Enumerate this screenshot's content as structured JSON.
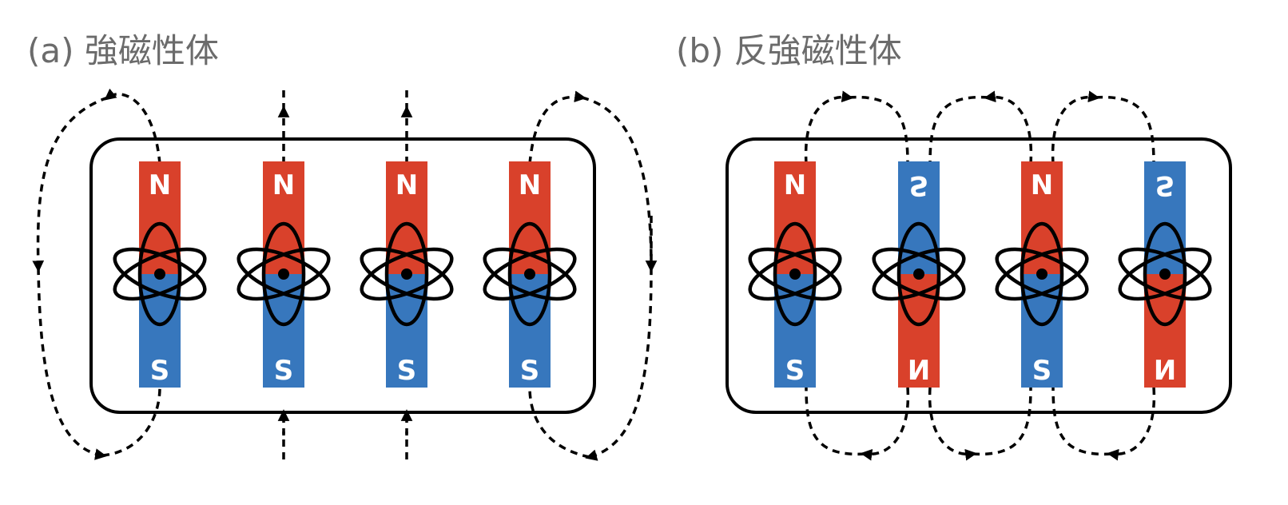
{
  "colors": {
    "north": "#d9412b",
    "south": "#3777bd",
    "title": "#6b6b6b",
    "line": "#000000"
  },
  "panels": [
    {
      "id": "a",
      "title": "(a) 強磁性体",
      "magnets": [
        {
          "top": "N",
          "bottom": "S",
          "top_color": "north",
          "bottom_color": "south",
          "flipped": false
        },
        {
          "top": "N",
          "bottom": "S",
          "top_color": "north",
          "bottom_color": "south",
          "flipped": false
        },
        {
          "top": "N",
          "bottom": "S",
          "top_color": "north",
          "bottom_color": "south",
          "flipped": false
        },
        {
          "top": "N",
          "bottom": "S",
          "top_color": "north",
          "bottom_color": "south",
          "flipped": false
        }
      ],
      "field_lines": "aligned"
    },
    {
      "id": "b",
      "title": "(b) 反強磁性体",
      "magnets": [
        {
          "top": "N",
          "bottom": "S",
          "top_color": "north",
          "bottom_color": "south",
          "flipped": false
        },
        {
          "top": "S",
          "bottom": "N",
          "top_color": "south",
          "bottom_color": "north",
          "flipped": true
        },
        {
          "top": "N",
          "bottom": "S",
          "top_color": "north",
          "bottom_color": "south",
          "flipped": false
        },
        {
          "top": "S",
          "bottom": "N",
          "top_color": "south",
          "bottom_color": "north",
          "flipped": true
        }
      ],
      "field_lines": "alternating"
    }
  ],
  "icons": {
    "atom": "atom-icon",
    "arrow": "arrow-head-icon"
  }
}
